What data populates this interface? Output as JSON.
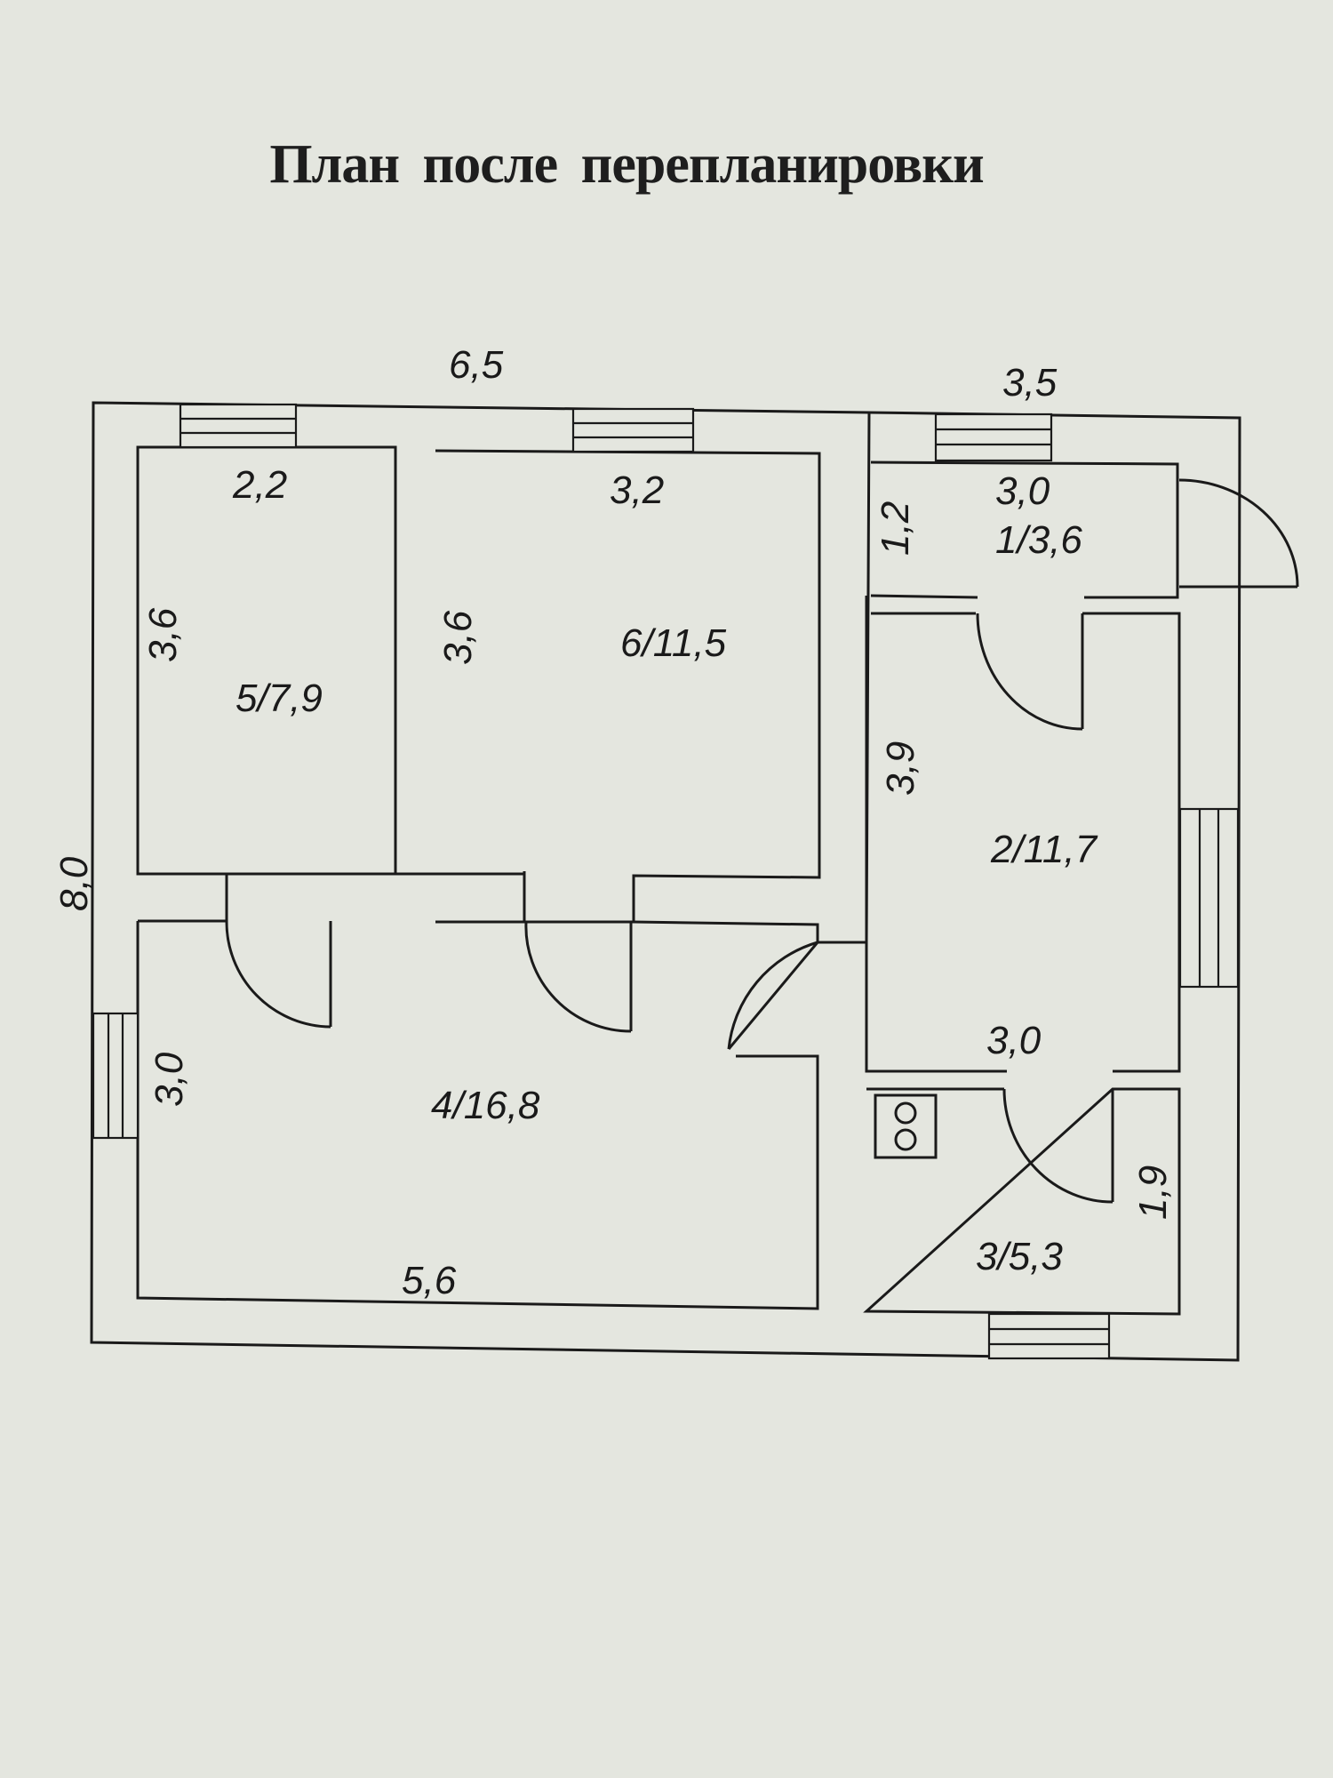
{
  "title": "План после перепланировки",
  "dimensions": {
    "total_width_left": "6,5",
    "total_width_right": "3,5",
    "total_height": "8,0",
    "room5_width": "2,2",
    "room5_height": "3,6",
    "room6_width": "3,2",
    "room6_height": "3,6",
    "room1_width": "3,0",
    "room1_height": "1,2",
    "room2_height": "3,9",
    "room4_height": "3,0",
    "room4_width": "5,6",
    "room3_width": "3,0",
    "room3_height": "1,9"
  },
  "rooms": {
    "room1": "1/3,6",
    "room2": "2/11,7",
    "room3": "3/5,3",
    "room4": "4/16,8",
    "room5": "5/7,9",
    "room6": "6/11,5"
  }
}
